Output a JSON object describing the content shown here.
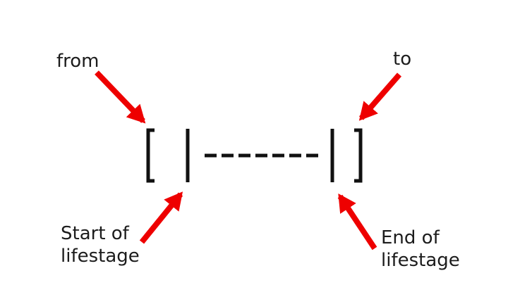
{
  "labels": {
    "from": "from",
    "to": "to",
    "start": [
      "Start of",
      "lifestage"
    ],
    "end": [
      "End of",
      "lifestage"
    ]
  },
  "colors": {
    "arrow": "#ee0000",
    "ink": "#111111",
    "text": "#1c1c1c"
  }
}
